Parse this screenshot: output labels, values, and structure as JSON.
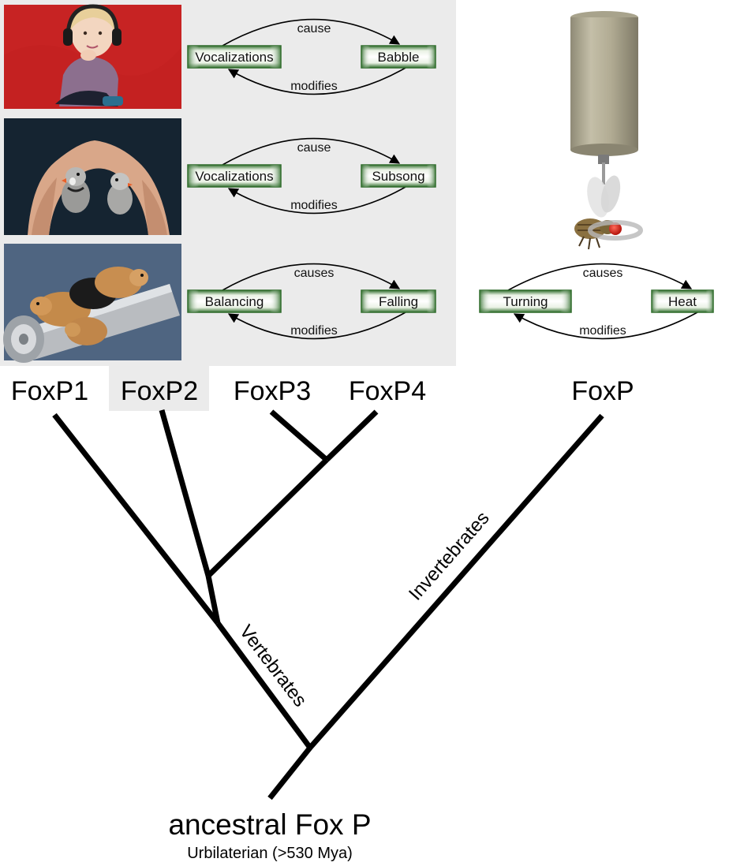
{
  "loops": [
    {
      "left": "Vocalizations",
      "right": "Babble",
      "top": "cause",
      "bottom": "modifies"
    },
    {
      "left": "Vocalizations",
      "right": "Subsong",
      "top": "cause",
      "bottom": "modifies"
    },
    {
      "left": "Balancing",
      "right": "Falling",
      "top": "causes",
      "bottom": "modifies"
    },
    {
      "left": "Turning",
      "right": "Heat",
      "top": "causes",
      "bottom": "modifies"
    }
  ],
  "genes": {
    "foxp1": "FoxP1",
    "foxp2": "FoxP2",
    "foxp3": "FoxP3",
    "foxp4": "FoxP4",
    "foxp": "FoxP"
  },
  "clades": {
    "vertebrates": "Vertebrates",
    "invertebrates": "Invertebrates"
  },
  "root": {
    "title": "ancestral Fox P",
    "subtitle": "Urbilaterian (>530 Mya)"
  },
  "colors": {
    "panel_bg": "#ebebeb",
    "box_green": "#2e6b2a",
    "box_fill_light": "#f4f8f1",
    "branch": "#000000"
  },
  "images": [
    {
      "name": "toddler-with-headphones-photo"
    },
    {
      "name": "zebra-finches-in-hands-photo"
    },
    {
      "name": "mice-on-rotarod-photo"
    },
    {
      "name": "fly-flight-simulator-illustration"
    }
  ]
}
